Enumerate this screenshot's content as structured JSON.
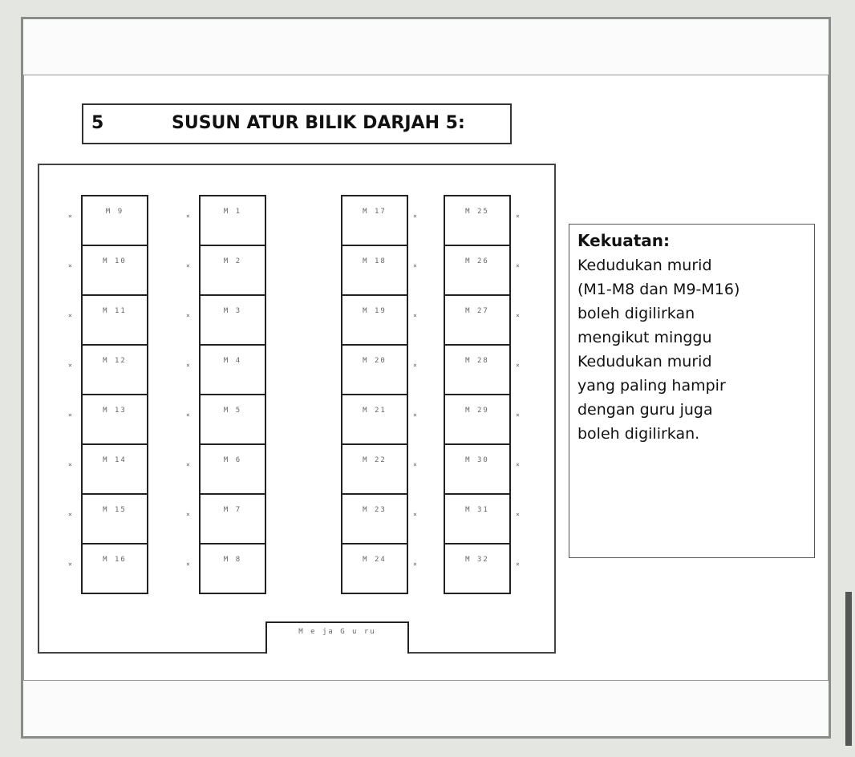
{
  "title": {
    "number": "5",
    "text": "SUSUN ATUR BILIK DARJAH 5:"
  },
  "columns": [
    {
      "labels": [
        "M 9",
        "M 10",
        "M 11",
        "M 12",
        "M 13",
        "M 14",
        "M 15",
        "M 16"
      ],
      "marks": "left"
    },
    {
      "labels": [
        "M 1",
        "M 2",
        "M 3",
        "M 4",
        "M 5",
        "M 6",
        "M 7",
        "M 8"
      ],
      "marks": "left"
    },
    {
      "labels": [
        "M 17",
        "M 18",
        "M 19",
        "M 20",
        "M 21",
        "M 22",
        "M 23",
        "M 24"
      ],
      "marks": "right"
    },
    {
      "labels": [
        "M 25",
        "M 26",
        "M 27",
        "M 28",
        "M 29",
        "M 30",
        "M 31",
        "M 32"
      ],
      "marks": "right"
    }
  ],
  "mark_symbol": "×",
  "teacher_desk": "M e ja G u ru",
  "note": {
    "heading": "Kekuatan:",
    "lines": [
      "Kedudukan murid",
      "(M1-M8 dan M9-M16)",
      "boleh digilirkan",
      "mengikut minggu",
      "Kedudukan murid",
      "yang paling hampir",
      "dengan guru juga",
      "boleh digilirkan."
    ]
  }
}
